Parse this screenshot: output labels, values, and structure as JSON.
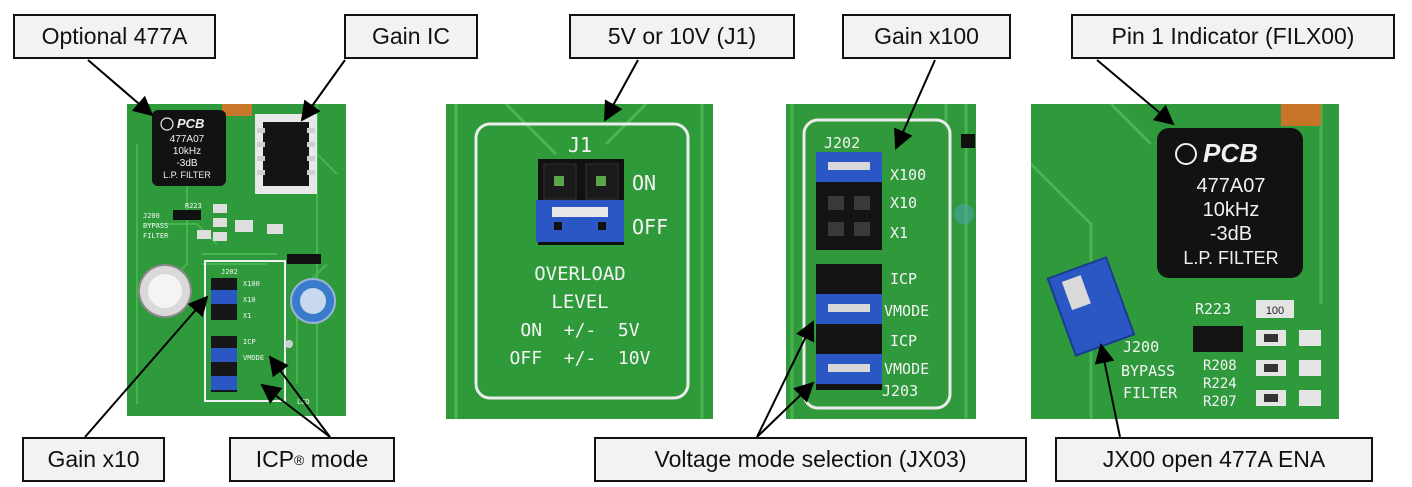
{
  "callouts": {
    "optional_477a": "Optional 477A",
    "gain_ic": "Gain IC",
    "j1_select": "5V or 10V (J1)",
    "gain_x100": "Gain x100",
    "pin1": "Pin 1 Indicator (FILX00)",
    "gain_x10": "Gain x10",
    "icp_mode_main": "ICP",
    "icp_mode_sup": "®",
    "icp_mode_tail": " mode",
    "voltage_mode": "Voltage mode selection (JX03)",
    "jx00_open": "JX00 open 477A ENA"
  },
  "photo1": {
    "filter_brand": "PCB",
    "filter_model": "477A07",
    "filter_freq": "10kHz",
    "filter_db": "-3dB",
    "filter_type": "L.P. FILTER",
    "r223": "R223",
    "j200": "J200",
    "bypass": "BYPASS",
    "filter": "FILTER",
    "j202": "J202",
    "x100": "X100",
    "x10": "X10",
    "x1": "X1",
    "icp": "ICP",
    "vmode": "VMODE",
    "led": "LED"
  },
  "photo2": {
    "j1": "J1",
    "on": "ON",
    "off": "OFF",
    "overload": "OVERLOAD",
    "level": "LEVEL",
    "on_value": "ON  +/-  5V",
    "off_value": "OFF  +/-  10V"
  },
  "photo3": {
    "j202": "J202",
    "x100": "X100",
    "x10": "X10",
    "x1": "X1",
    "icp1": "ICP",
    "vmode1": "VMODE",
    "icp2": "ICP",
    "vmode2": "VMODE",
    "j203": "J203"
  },
  "photo4": {
    "filter_brand": "PCB",
    "filter_model": "477A07",
    "filter_freq": "10kHz",
    "filter_db": "-3dB",
    "filter_type": "L.P. FILTER",
    "r223": "R223",
    "j200": "J200",
    "bypass": "BYPASS",
    "filter": "FILTER",
    "r208": "R208",
    "r224": "R224",
    "r207": "R207",
    "r100": "100"
  },
  "colors": {
    "pcb_green": "#2f9a3c",
    "trace_green": "#46b550",
    "jumper_blue": "#2a57c4",
    "header_black": "#161616",
    "silk_white": "#f4f4f4"
  }
}
